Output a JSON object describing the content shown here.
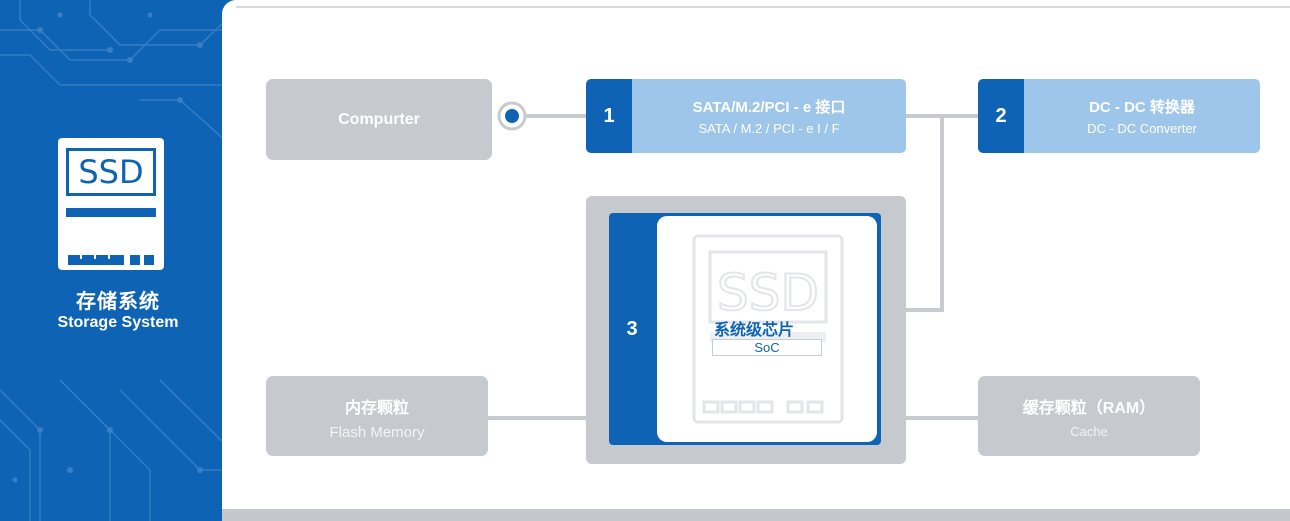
{
  "sidebar": {
    "ssd_badge": "SSD",
    "title_cn": "存储系统",
    "title_en": "Storage System"
  },
  "nodes": {
    "computer": {
      "label": "Compurter"
    },
    "interface": {
      "number": "1",
      "title": "SATA/M.2/PCI - e 接口",
      "subtitle": "SATA / M.2 / PCI - e I / F"
    },
    "dcdc": {
      "number": "2",
      "title": "DC - DC 转换器",
      "subtitle": "DC - DC Converter"
    },
    "soc": {
      "number": "3",
      "watermark": "SSD",
      "title": "系统级芯片",
      "subtitle": "SoC"
    },
    "flash": {
      "title": "内存颗粒",
      "subtitle": "Flash Memory"
    },
    "cache": {
      "title": "缓存颗粒（RAM）",
      "subtitle": "Cache"
    }
  },
  "colors": {
    "brand_blue": "#0f63b4",
    "light_blue": "#9ec6ea",
    "gray_box": "#c6c9cd",
    "wire": "#c7cbd0"
  }
}
